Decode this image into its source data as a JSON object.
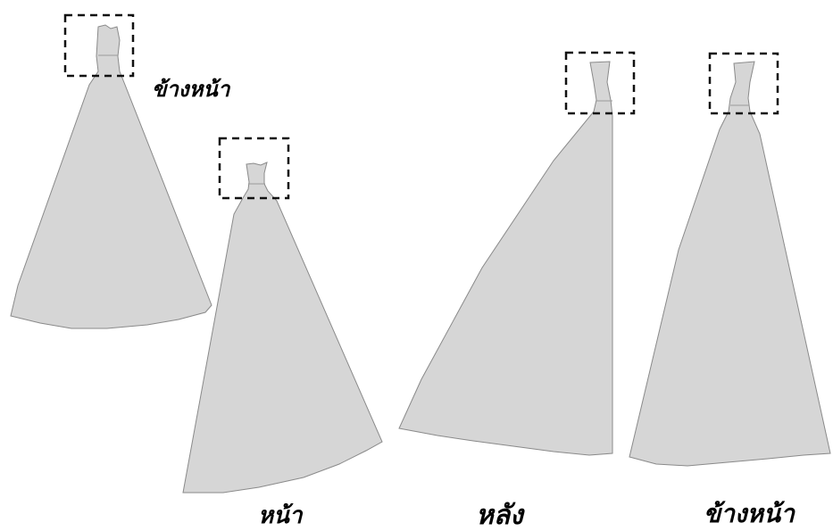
{
  "figure": {
    "pieces": [
      {
        "label": "ข้างหน้า"
      },
      {
        "label": "หน้า"
      },
      {
        "label": "หลัง"
      },
      {
        "label": "ข้างหน้า"
      }
    ]
  },
  "colors": {
    "background": "#ffffff",
    "paper": "#d6d6d6",
    "outline": "#8a8a8a",
    "dashed_box": "#111111",
    "label": "#000000"
  }
}
